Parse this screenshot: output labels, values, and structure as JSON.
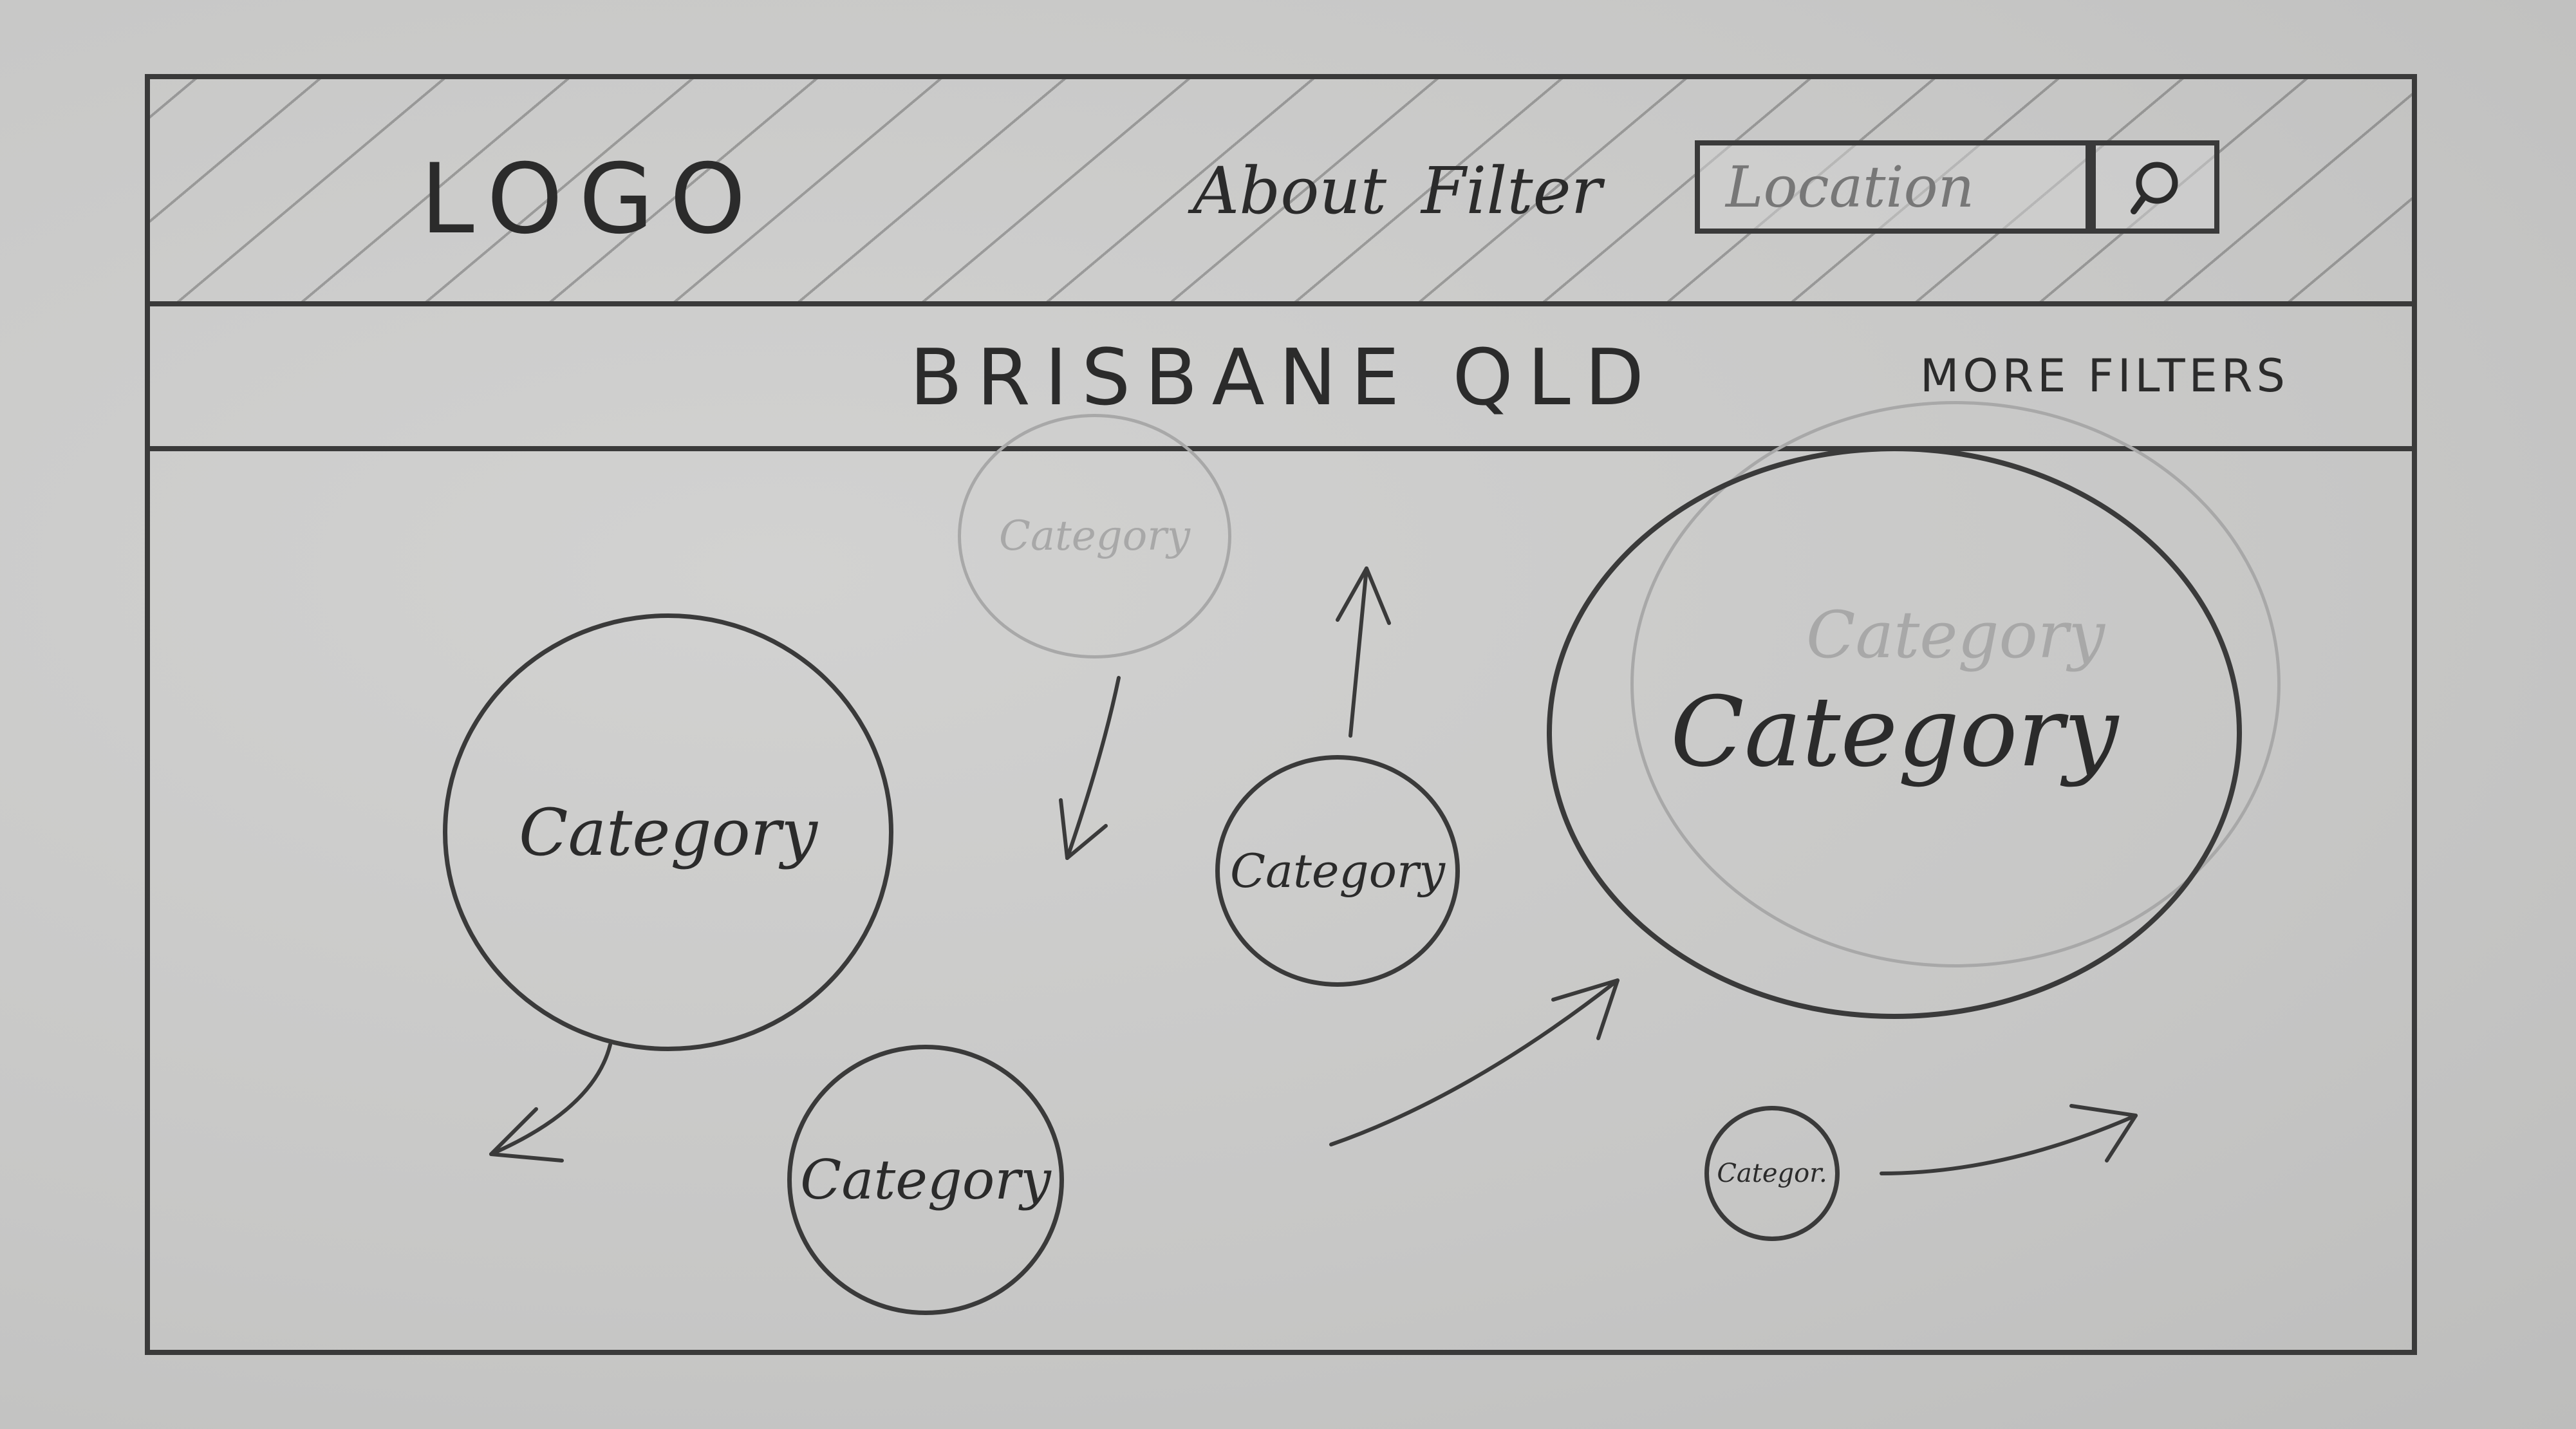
{
  "header": {
    "logo": "LOGO",
    "nav": {
      "about": "About",
      "filter": "Filter"
    },
    "search": {
      "placeholder": "Location",
      "icon": "search-icon"
    }
  },
  "subheader": {
    "location_title": "BRISBANE QLD",
    "more_filters": "MORE FILTERS"
  },
  "bubbles": {
    "faint_top": "Category",
    "left_large": "Category",
    "center_small": "Category",
    "large_right": "Category",
    "large_right_ghost": "Category",
    "bottom_center": "Category",
    "tiny": "Categor."
  },
  "colors": {
    "pencil": "#3a3a3a",
    "paper": "#c9c9c8",
    "faint": "#a8a8a8"
  }
}
